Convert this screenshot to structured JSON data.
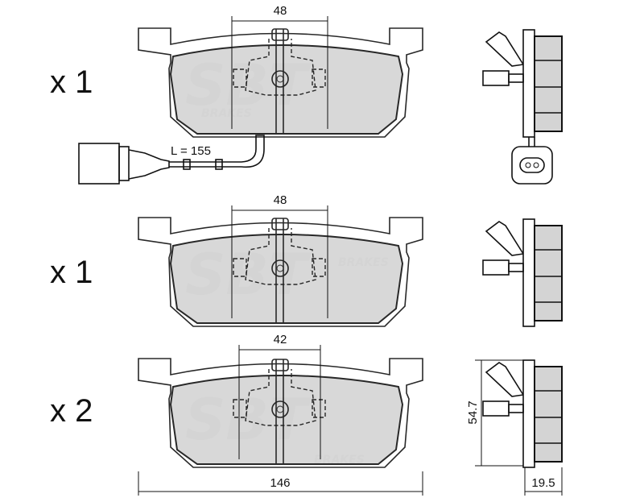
{
  "pads": [
    {
      "quantity": "x 1",
      "dimension_width": "48",
      "has_sensor": true,
      "sensor_length": "L = 155"
    },
    {
      "quantity": "x 1",
      "dimension_width": "48",
      "has_sensor": false
    },
    {
      "quantity": "x 2",
      "dimension_width": "42",
      "has_sensor": false
    }
  ],
  "dimensions": {
    "overall_width": "146",
    "height": "54.7",
    "thickness": "19.5"
  },
  "watermark": {
    "brand": "SBT",
    "sub": "BRAKES"
  },
  "colors": {
    "friction": "#d4d4d4",
    "line": "#111111"
  }
}
